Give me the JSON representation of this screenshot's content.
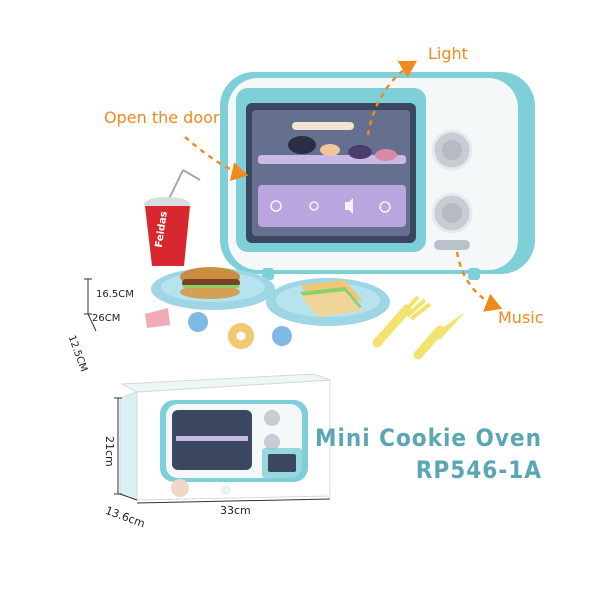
{
  "callouts": {
    "light": "Light",
    "open_door": "Open the door",
    "music": "Music"
  },
  "brand_on_cup": "Feidas",
  "product_dims": {
    "height": "16.5CM",
    "width": "26CM",
    "depth": "12.5CM"
  },
  "box_dims": {
    "height": "21cm",
    "depth": "13.6cm",
    "width": "33cm"
  },
  "product": {
    "name": "Mini Cookie Oven",
    "model": "RP546-1A"
  },
  "colors": {
    "accent_teal": "#7fcfd8",
    "callout_orange": "#f08a1c",
    "title_teal": "#5aa7b3"
  }
}
